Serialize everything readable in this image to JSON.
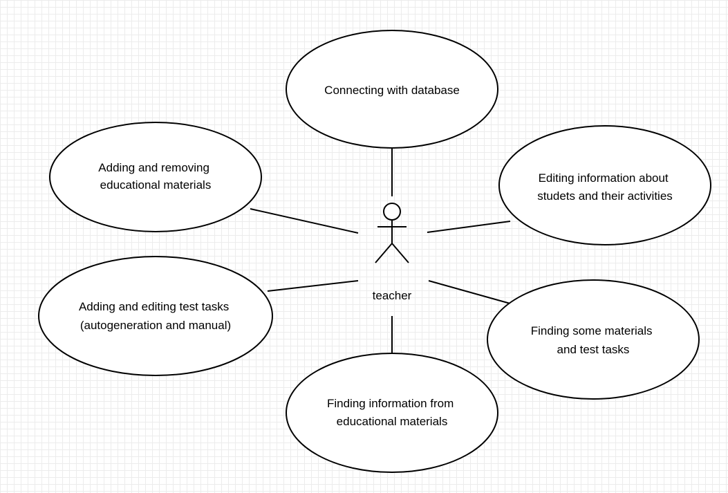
{
  "diagram": {
    "actor": {
      "label": "teacher",
      "icon": "stick-figure-actor-icon"
    },
    "use_cases": [
      {
        "id": "connect-db",
        "lines": [
          "Connecting with database"
        ]
      },
      {
        "id": "add-remove-materials",
        "lines": [
          "Adding and removing",
          "educational materials"
        ]
      },
      {
        "id": "edit-students",
        "lines": [
          "Editing information about",
          "studets and their activities"
        ]
      },
      {
        "id": "add-edit-tests",
        "lines": [
          "Adding and editing test tasks",
          "(autogeneration and manual)"
        ]
      },
      {
        "id": "find-materials",
        "lines": [
          "Finding some materials",
          "and test tasks"
        ]
      },
      {
        "id": "find-info",
        "lines": [
          "Finding information from",
          "educational materials"
        ]
      }
    ]
  },
  "colors": {
    "stroke": "#000000",
    "fill": "#ffffff",
    "grid": "#ececec"
  }
}
